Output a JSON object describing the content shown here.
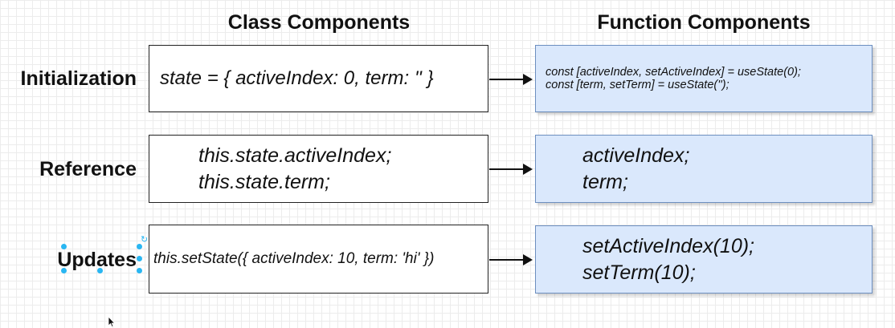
{
  "headers": {
    "class": "Class Components",
    "function": "Function Components"
  },
  "rows": {
    "initialization": {
      "label": "Initialization",
      "class_lines": [
        "state = { activeIndex: 0, term: '' }"
      ],
      "function_lines": [
        "const [activeIndex, setActiveIndex] = useState(0);",
        "const [term, setTerm] = useState('');"
      ]
    },
    "reference": {
      "label": "Reference",
      "class_lines": [
        "this.state.activeIndex;",
        "this.state.term;"
      ],
      "function_lines": [
        "activeIndex;",
        "term;"
      ]
    },
    "updates": {
      "label": "Updates",
      "class_lines": [
        "this.setState({ activeIndex: 10, term: 'hi' })"
      ],
      "function_lines": [
        "setActiveIndex(10);",
        "setTerm(10);"
      ]
    }
  },
  "colors": {
    "function_box_fill": "#dae8fc",
    "function_box_border": "#6c8ebf",
    "selection_handle": "#29b6f2"
  },
  "icons": {
    "arrow": "right-arrow",
    "selection_handle": "circle-handle",
    "rotate_handle": "rotate-icon",
    "cursor": "mouse-pointer-icon"
  }
}
